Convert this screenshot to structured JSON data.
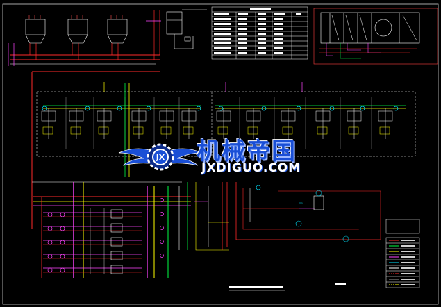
{
  "watermark": {
    "name_cn": "机械帝国",
    "domain": "JXDIGUO.COM",
    "logo_letters": "JX"
  },
  "drawing": {
    "title_block_text": "",
    "legend_header": ""
  },
  "colors": {
    "background": "#000000",
    "pipe_red": "#ff2a2a",
    "pipe_green": "#00ff44",
    "pipe_yellow": "#ffff00",
    "pipe_magenta": "#ff44ff",
    "pipe_cyan": "#00e5ff",
    "line_white": "#ffffff",
    "line_gray": "#9a9a9a",
    "watermark_blue": "#1a4fd6"
  }
}
